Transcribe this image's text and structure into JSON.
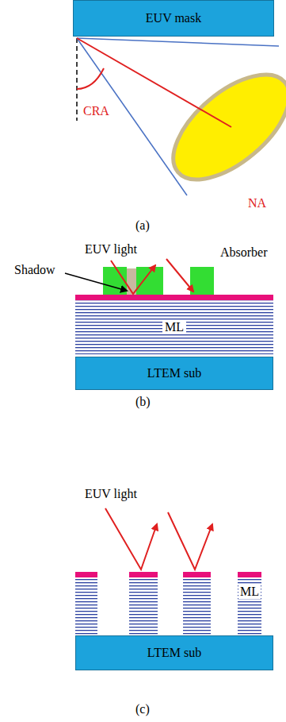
{
  "diagram": {
    "nodes": [
      {
        "text": [
          "EUV mask"
        ]
      },
      {
        "text": [
          "ML"
        ]
      },
      {
        "text": [
          "LTEM sub"
        ]
      },
      {
        "text": [
          "LTEM sub"
        ]
      }
    ],
    "labels": [
      "CRA",
      "NA",
      "(a)",
      "EUV light",
      "Shadow",
      "Absorber",
      "(b)",
      "EUV light",
      "ML",
      "(c)"
    ]
  }
}
